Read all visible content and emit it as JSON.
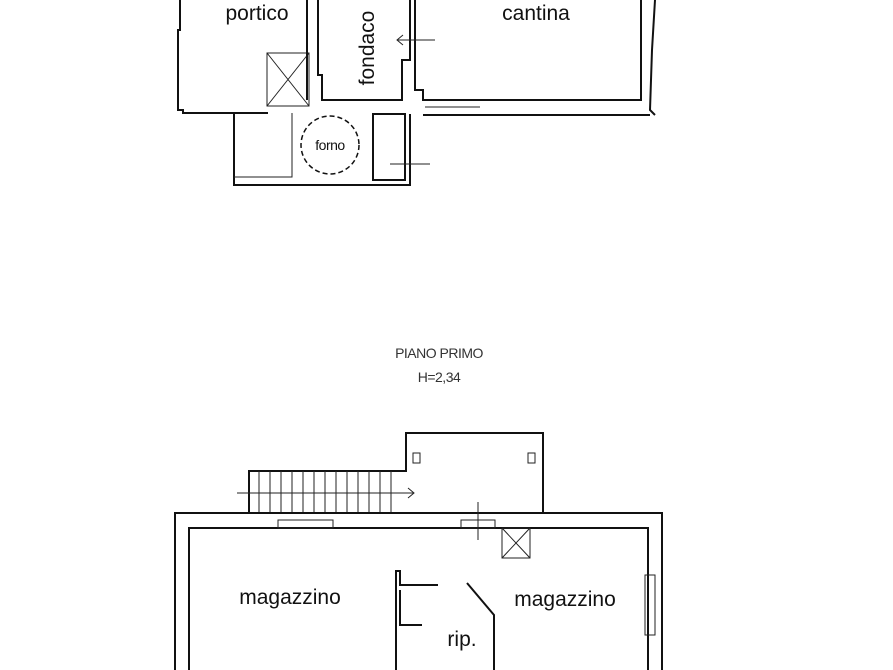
{
  "ground_floor": {
    "rooms": {
      "portico": "portico",
      "fondaco": "fondaco",
      "cantina": "cantina",
      "forno": "forno"
    }
  },
  "first_floor": {
    "title": "PIANO PRIMO",
    "height": "H=2,34",
    "rooms": {
      "magazzino_left": "magazzino",
      "magazzino_right": "magazzino",
      "ripostiglio": "rip."
    }
  }
}
